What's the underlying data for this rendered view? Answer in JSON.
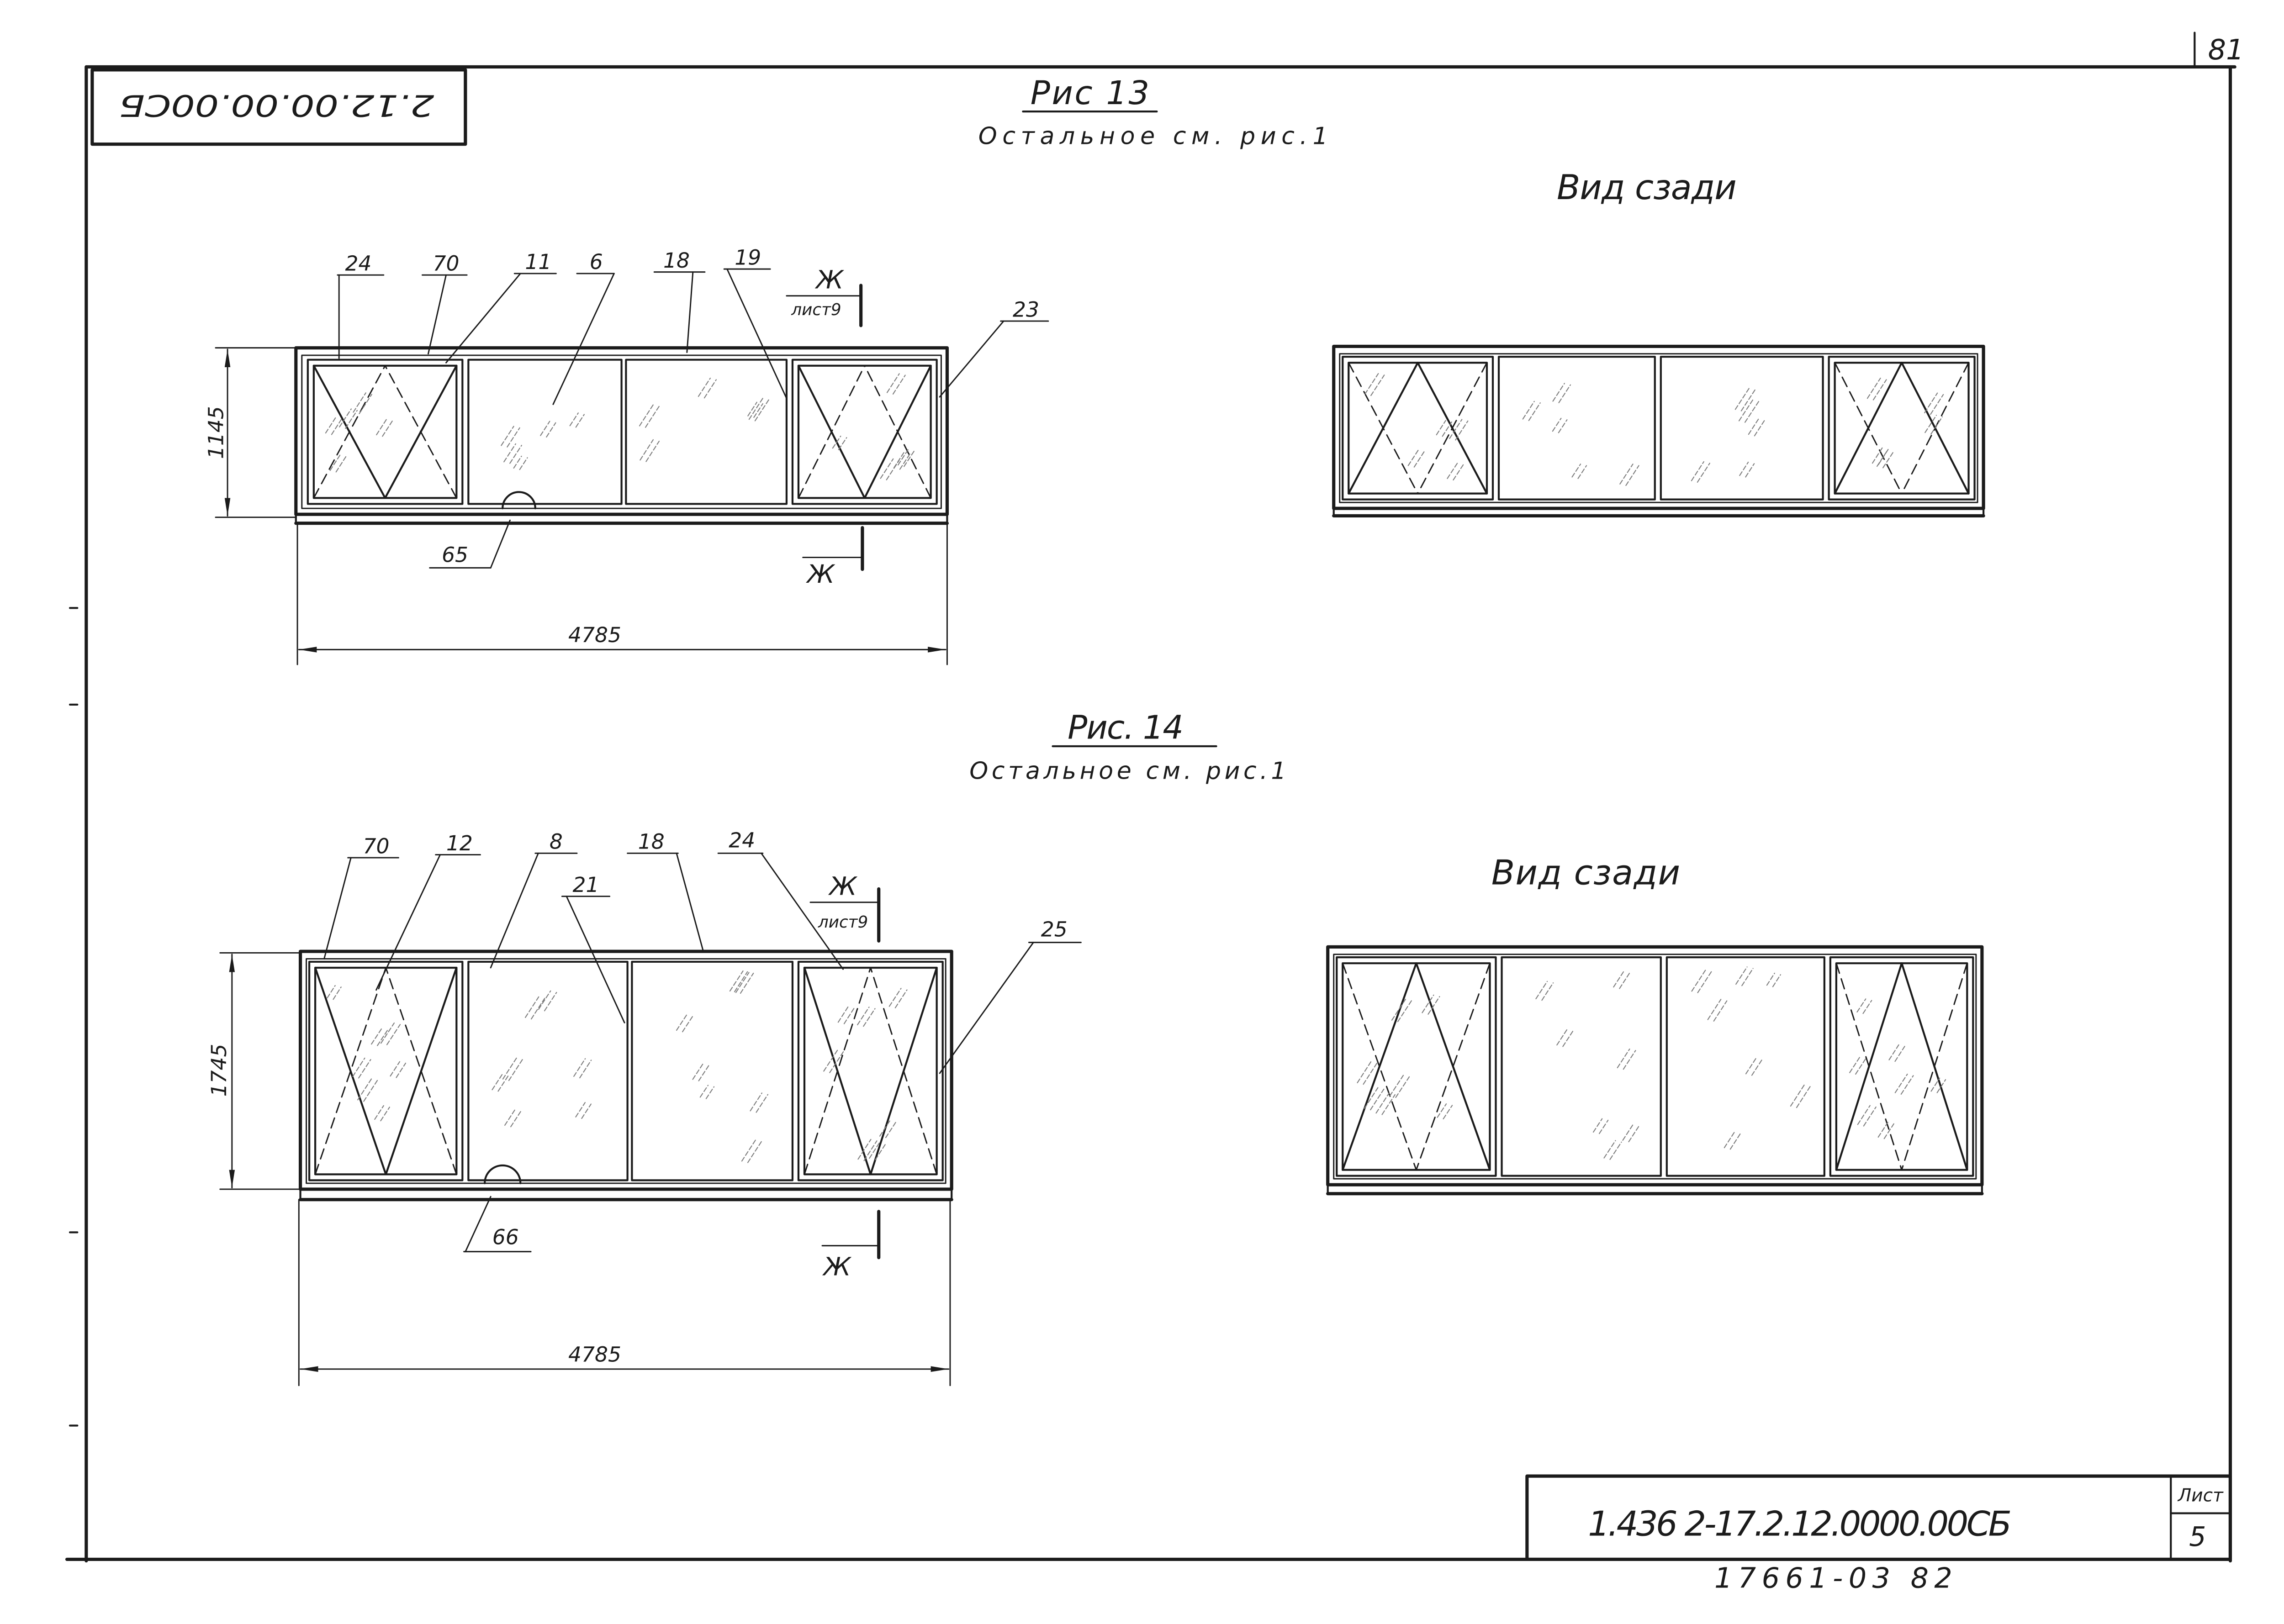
{
  "sheet": {
    "page_number": "81",
    "stamp_code": "2.12.00.00.00СБ"
  },
  "fig13": {
    "title": "Рис 13",
    "note": "Остальное см. рис.1",
    "rear_view_label": "Вид сзади",
    "callouts": [
      "24",
      "70",
      "11",
      "6",
      "18",
      "19",
      "23",
      "65"
    ],
    "section_mark": "Ж",
    "section_sheet": "лист9",
    "height_dimension": "1145",
    "width_dimension": "4785"
  },
  "fig14": {
    "title": "Рис. 14",
    "note": "Остальное см. рис.1",
    "rear_view_label": "Вид сзади",
    "callouts": [
      "70",
      "12",
      "8",
      "18",
      "24",
      "21",
      "25",
      "66"
    ],
    "section_mark": "Ж",
    "section_sheet": "лист9",
    "height_dimension": "1745",
    "width_dimension": "4785"
  },
  "title_block": {
    "designation": "1.436 2-17.2.12.0000.00СБ",
    "sheet_label": "Лист",
    "sheet_number": "5",
    "inventory_number": "17661-03 82"
  },
  "colors": {
    "ink": "#1b1b1b",
    "paper": "#ffffff",
    "hatch": "#7d7d7d"
  }
}
